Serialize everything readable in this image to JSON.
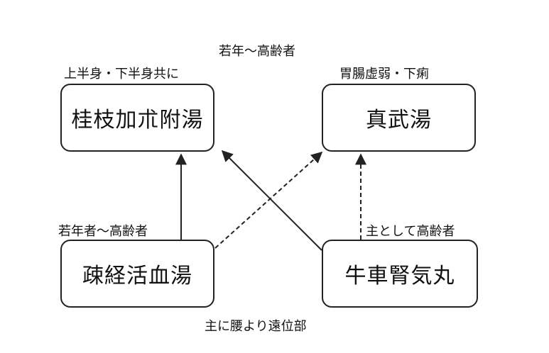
{
  "nodes": {
    "keishi": "桂枝加朮附湯",
    "shinbu": "真武湯",
    "sokei": "疎経活血湯",
    "gosha": "牛車腎気丸"
  },
  "labels": {
    "top": "若年～高齢者",
    "keishi_note": "上半身・下半身共に",
    "shinbu_note": "胃腸虚弱・下痢",
    "sokei_note": "若年者～高齢者",
    "gosha_note": "主として高齢者",
    "bottom": "主に腰より遠位部"
  }
}
